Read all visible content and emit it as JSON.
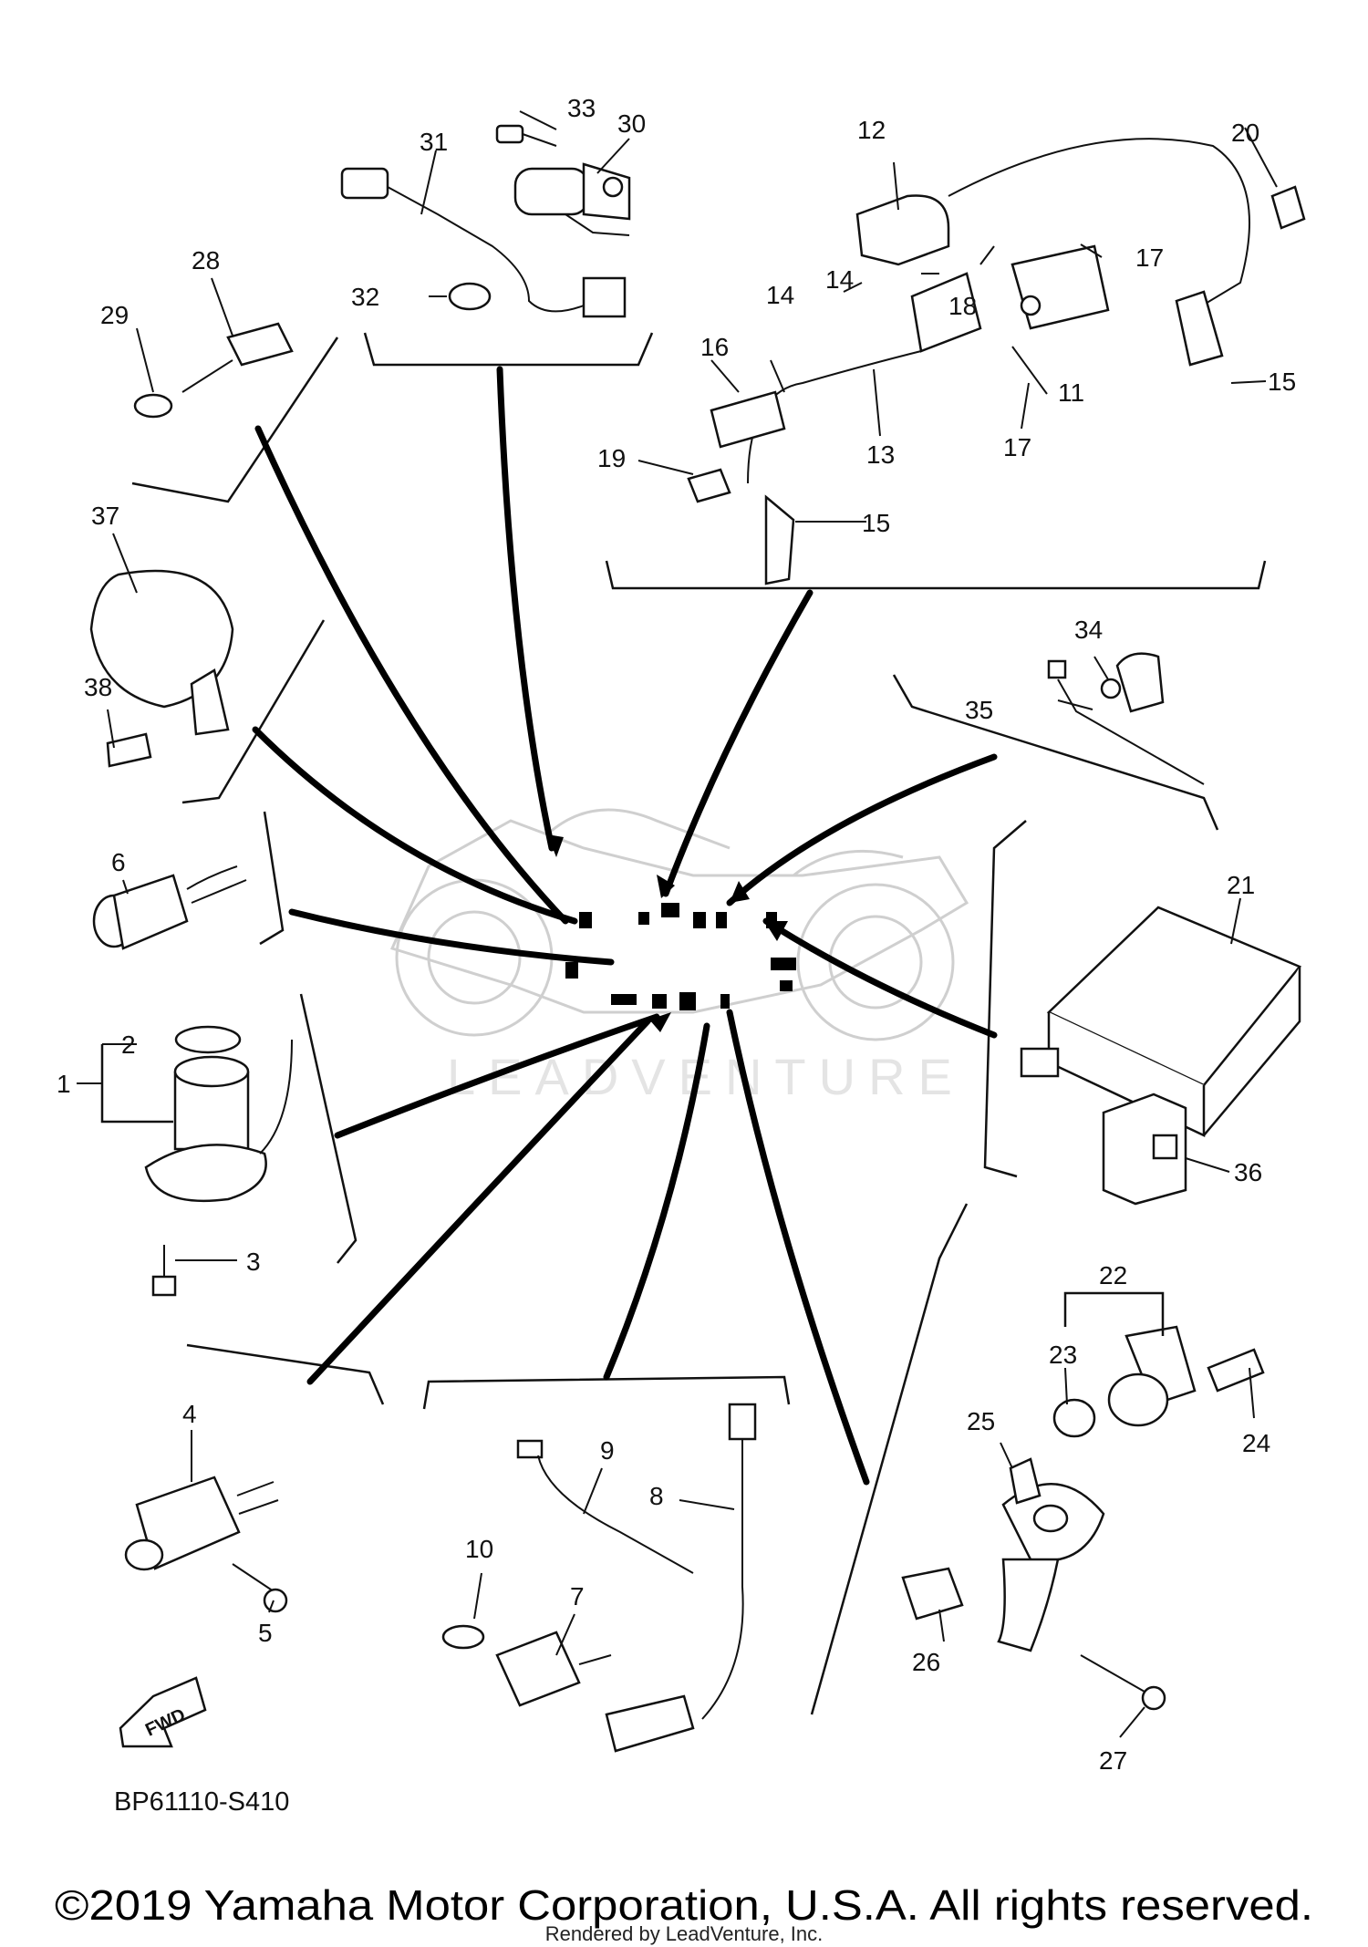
{
  "diagram": {
    "diagram_code": "BP61110-S410",
    "fwd_label": "FWD",
    "watermark_text": "LEADVENTURE",
    "copyright": "©2019 Yamaha Motor Corporation, U.S.A. All rights reserved.",
    "rendered_by": "Rendered by LeadVenture, Inc.",
    "callouts": {
      "c1": "1",
      "c2": "2",
      "c3": "3",
      "c4": "4",
      "c5": "5",
      "c6": "6",
      "c7": "7",
      "c8": "8",
      "c9": "9",
      "c10": "10",
      "c11": "11",
      "c12": "12",
      "c13": "13",
      "c14a": "14",
      "c14b": "14",
      "c15a": "15",
      "c15b": "15",
      "c16": "16",
      "c17a": "17",
      "c17b": "17",
      "c18": "18",
      "c19": "19",
      "c20": "20",
      "c21": "21",
      "c22": "22",
      "c23": "23",
      "c24": "24",
      "c25": "25",
      "c26": "26",
      "c27": "27",
      "c28": "28",
      "c29": "29",
      "c30": "30",
      "c31": "31",
      "c32": "32",
      "c33": "33",
      "c34": "34",
      "c35": "35",
      "c36": "36",
      "c37": "37",
      "c38": "38"
    }
  }
}
